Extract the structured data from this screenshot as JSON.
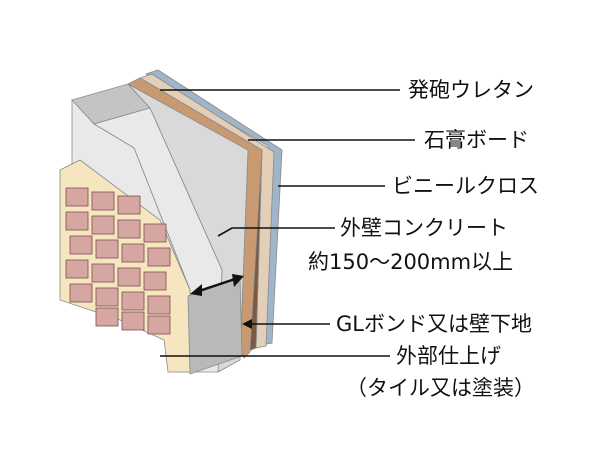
{
  "labels": {
    "urethane": "発砲ウレタン",
    "gypsum": "石膏ボード",
    "vinyl_cloth": "ビニールクロス",
    "concrete_line1": "外壁コンクリート",
    "concrete_line2": "約150～200mm以上",
    "gl_bond": "GLボンド又は壁下地",
    "finish_line1": "外部仕上げ",
    "finish_line2": "（タイル又は塗装）"
  },
  "colors": {
    "concrete_front": "#e9e9e9",
    "concrete_top": "#c4c4c4",
    "concrete_side": "#d9d9d9",
    "urethane": "#c99a72",
    "gypsum": "#e3cfb7",
    "vinyl_cloth": "#9fb5c9",
    "tile": "#d6a6a2",
    "mortar": "#f5e6bf",
    "leader_line": "#111111"
  }
}
